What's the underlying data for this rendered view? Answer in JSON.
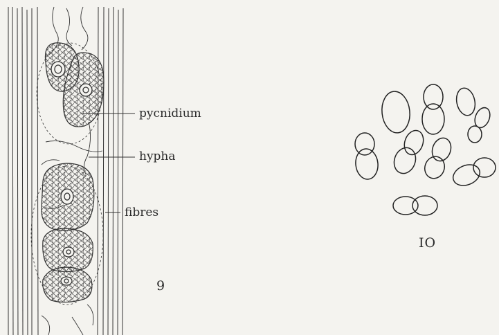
{
  "figure_9": {
    "labels": {
      "pycnidium": "pycnidium",
      "hypha": "hypha",
      "fibres": "fibres"
    },
    "number": "9"
  },
  "figure_10": {
    "number": "IO"
  }
}
